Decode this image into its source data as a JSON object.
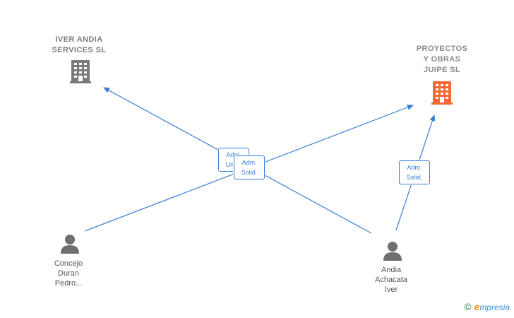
{
  "colors": {
    "edge": "#3a7fd5",
    "company_icon": "#7a7a7a",
    "company_icon_highlight": "#f06a35",
    "person_icon": "#6f6f6f"
  },
  "companies": [
    {
      "id": "iver",
      "name": "IVER ANDIA\nSERVICES  SL",
      "icon": "building-icon",
      "highlight": false
    },
    {
      "id": "proyectos",
      "name": "PROYECTOS\nY OBRAS\nJUIPE  SL",
      "icon": "building-icon",
      "highlight": true
    }
  ],
  "persons": [
    {
      "id": "concejo",
      "name": "Concejo\nDuran\nPedro...",
      "icon": "person-icon"
    },
    {
      "id": "andia",
      "name": "Andia\nAchacata\nIver",
      "icon": "person-icon"
    }
  ],
  "edges": [
    {
      "from": "andia",
      "to": "iver",
      "label": "Adm.\nUnico"
    },
    {
      "from": "concejo",
      "to": "proyectos",
      "label": "Adm.\nSolid."
    },
    {
      "from": "andia",
      "to": "proyectos",
      "label": "Adm.\nSolid."
    }
  ],
  "brand": {
    "copyright": "©",
    "initial": "e",
    "name": "mpresia"
  }
}
